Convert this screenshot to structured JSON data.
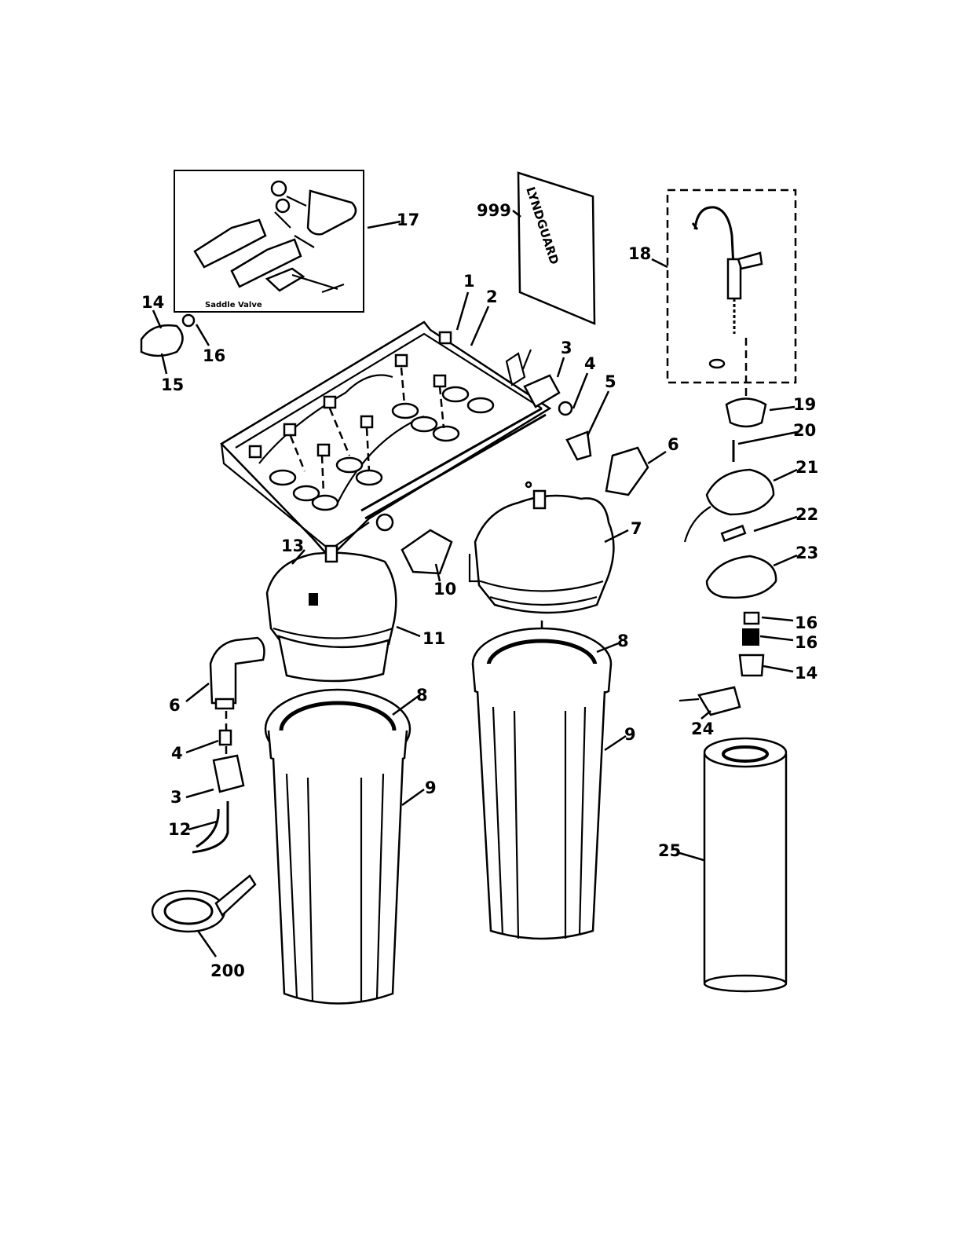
{
  "diagram": {
    "part_labels": {
      "p1": "1",
      "p2": "2",
      "p3a": "3",
      "p3b": "3",
      "p4a": "4",
      "p4b": "4",
      "p5": "5",
      "p6a": "6",
      "p6b": "6",
      "p7": "7",
      "p8a": "8",
      "p8b": "8",
      "p9a": "9",
      "p9b": "9",
      "p10": "10",
      "p11": "11",
      "p12": "12",
      "p13": "13",
      "p14a": "14",
      "p14b": "14",
      "p15": "15",
      "p16a": "16",
      "p16b": "16",
      "p16c": "16",
      "p17": "17",
      "p18": "18",
      "p19": "19",
      "p20": "20",
      "p21": "21",
      "p22": "22",
      "p23": "23",
      "p24": "24",
      "p25": "25",
      "p200": "200",
      "p999": "999"
    },
    "saddle_valve_caption": "Saddle Valve",
    "manual_cover_text": "LYNDGUARD"
  }
}
